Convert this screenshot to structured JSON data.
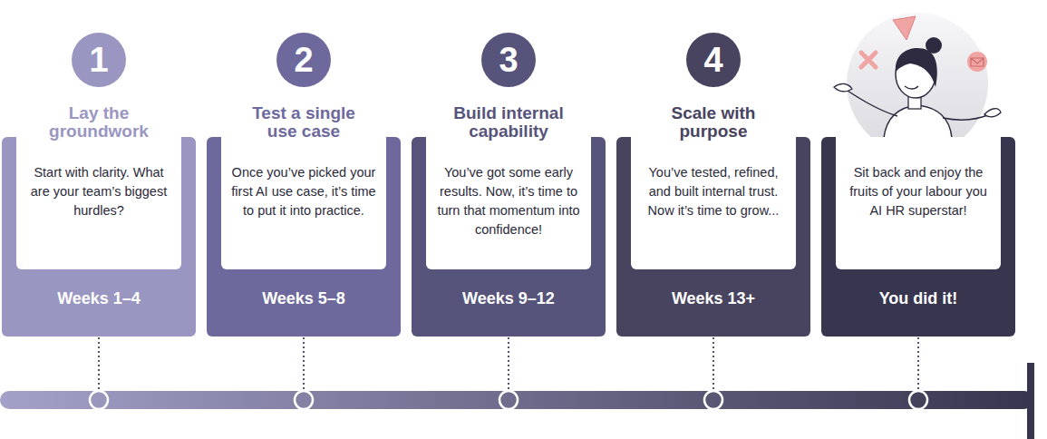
{
  "diagram": {
    "nodes": [
      {
        "text": [
          "1"
        ]
      },
      {
        "text": [
          "Lay the groundwork",
          "Weeks 1–4"
        ]
      },
      {
        "text": [
          "Start with clarity. What are your team’s biggest hurdles?"
        ],
        "in": 1
      },
      {
        "text": [
          "2"
        ]
      },
      {
        "text": [
          "Test a single use case",
          "Weeks 5–8"
        ]
      },
      {
        "text": [
          "Once you’ve picked your first AI use case, it’s time to put it into practice."
        ],
        "in": 4
      },
      {
        "text": [
          "3"
        ]
      },
      {
        "text": [
          "Build internal capability",
          "Weeks 9–12"
        ]
      },
      {
        "text": [
          "You’ve got some early results. Now, it’s time to turn that momentum into confidence!"
        ],
        "in": 7
      },
      {
        "text": [
          "4"
        ]
      },
      {
        "text": [
          "Scale with purpose",
          "Weeks 13+"
        ]
      },
      {
        "text": [
          "You’ve tested, refined, and built internal trust. Now it’s time to grow..."
        ],
        "in": 10
      },
      {
        "text": [
          "You did it!"
        ]
      },
      {
        "text": [
          "Sit back and enjoy the fruits of your labour you AI HR superstar!"
        ],
        "in": 12
      }
    ]
  }
}
